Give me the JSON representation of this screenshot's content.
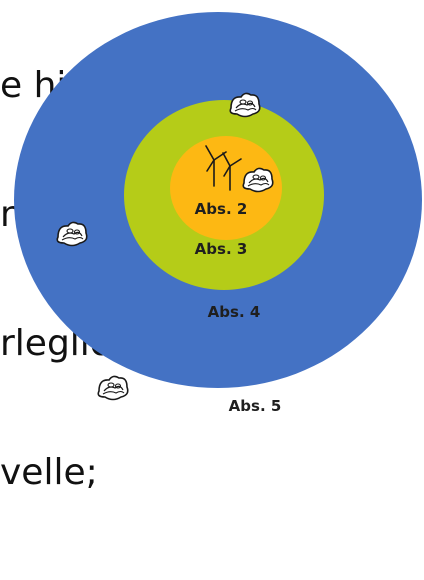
{
  "background_text": {
    "lines": [
      "e hinreichende",
      "n",
      "rlegliche",
      "velle;"
    ]
  },
  "zones": [
    {
      "label": "Abs. 2",
      "color": "#fdb813"
    },
    {
      "label": "Abs. 3",
      "color": "#b5cc18"
    },
    {
      "label": "Abs. 4",
      "color": "#4472c4"
    },
    {
      "label": "Abs. 5",
      "color": "#ffffff"
    }
  ],
  "icons": [
    "bird-nest-icon",
    "wind-turbine-icon"
  ]
}
